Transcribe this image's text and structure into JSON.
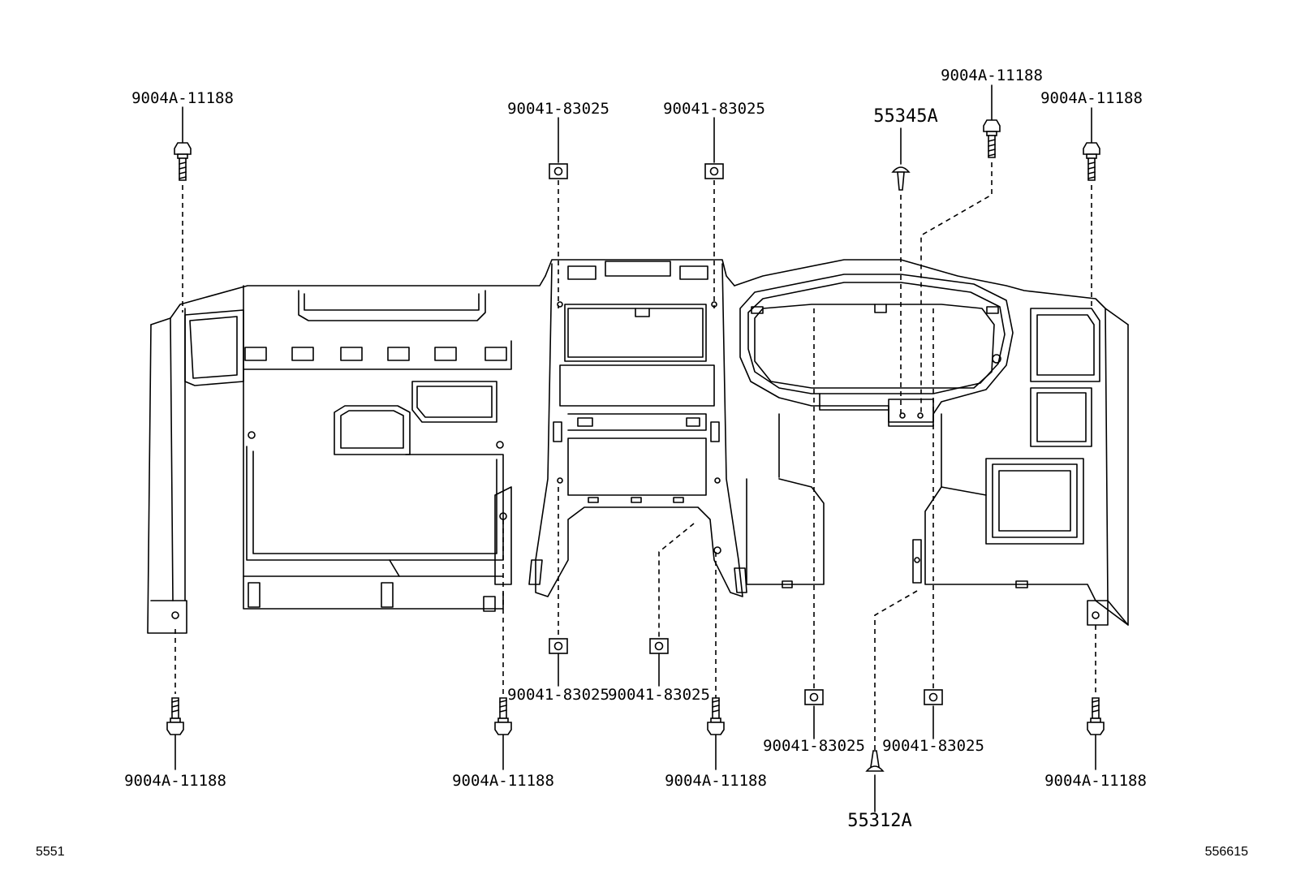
{
  "labels": {
    "bolt_top_left": "9004A-11188",
    "nut_top_center_left": "90041-83025",
    "nut_top_center_right": "90041-83025",
    "clip_top": "55345A",
    "bolt_top_right_inner": "9004A-11188",
    "bolt_top_right": "9004A-11188",
    "bolt_bottom_left": "9004A-11188",
    "bolt_bottom_center_left": "9004A-11188",
    "nut_bottom_center_1": "90041-83025",
    "nut_bottom_center_2": "90041-83025",
    "bolt_bottom_center": "9004A-11188",
    "nut_bottom_right_1": "90041-83025",
    "nut_bottom_right_2": "90041-83025",
    "clip_bottom": "55312A",
    "bolt_bottom_right": "9004A-11188"
  },
  "footer": {
    "left_ref": "5551",
    "right_ref": "556615"
  }
}
